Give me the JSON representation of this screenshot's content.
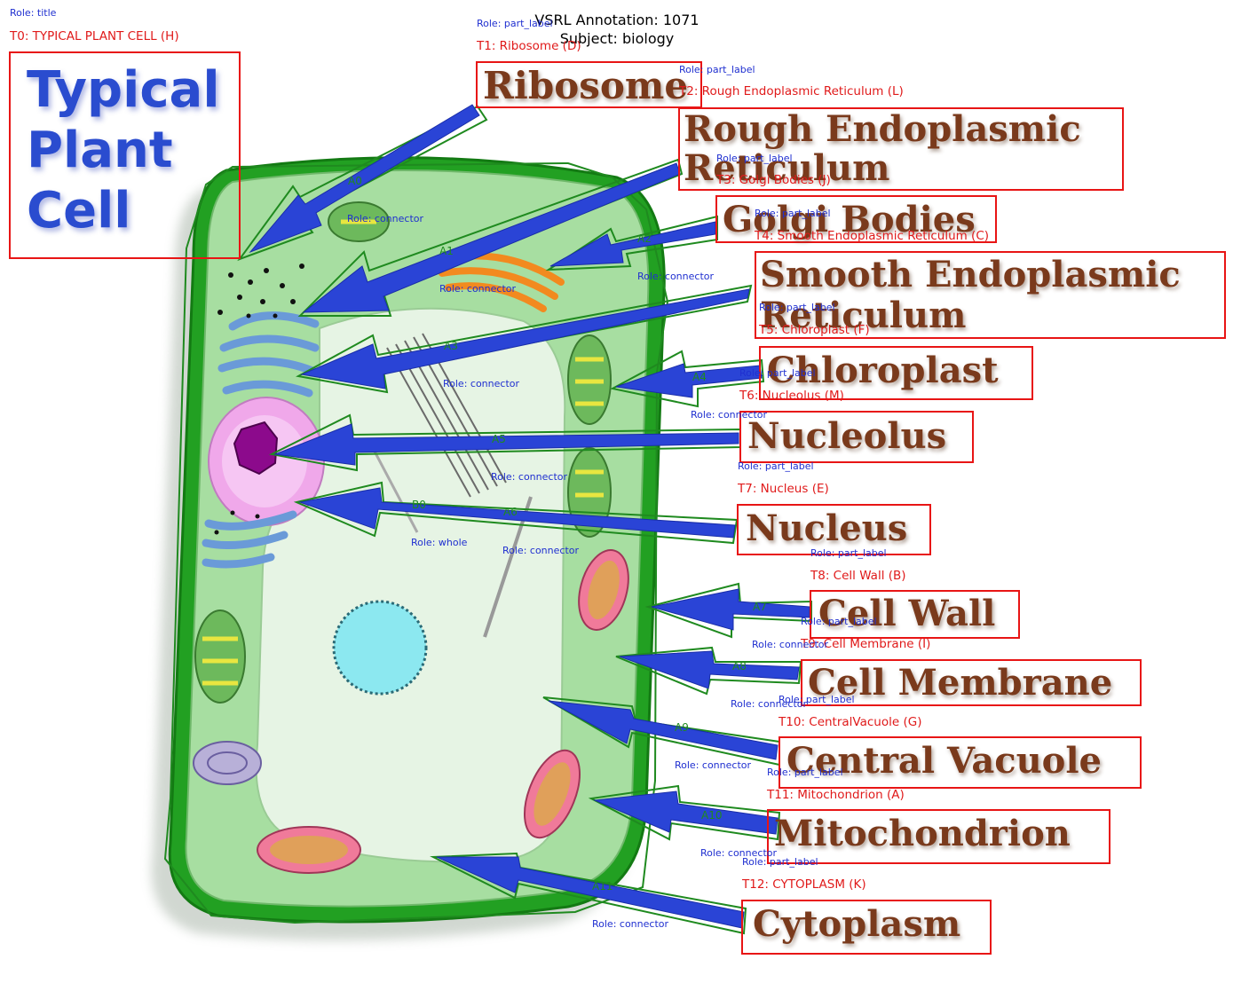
{
  "header": {
    "annotation": "VSRL Annotation: 1071",
    "subject": "Subject: biology"
  },
  "title": {
    "role": "Role: title",
    "id": "T0: TYPICAL PLANT CELL (H)",
    "lines": [
      "Typical",
      "Plant",
      "Cell"
    ]
  },
  "parts": [
    {
      "id": "T1: Ribosome (D)",
      "role": "Role: part_label",
      "text": "Ribosome"
    },
    {
      "id": "T2: Rough Endoplasmic Reticulum (L)",
      "role": "Role: part_label",
      "text": "Rough Endoplasmic",
      "text2": "Reticulum"
    },
    {
      "id": "T3: Golgi Bodies (J)",
      "role": "Role: part_label",
      "text": "Golgi Bodies"
    },
    {
      "id": "T4: Smooth Endoplasmic Reticulum (C)",
      "role": "Role: part_label",
      "text": "Smooth Endoplasmic",
      "text2": "Reticulum"
    },
    {
      "id": "T5: Chloroplast (F)",
      "role": "Role: part_label",
      "text": "Chloroplast"
    },
    {
      "id": "T6: Nucleolus (M)",
      "role": "Role: part_label",
      "text": "Nucleolus"
    },
    {
      "id": "T7: Nucleus (E)",
      "role": "Role: part_label",
      "text": "Nucleus"
    },
    {
      "id": "T8: Cell Wall  (B)",
      "role": "Role: part_label",
      "text": "Cell Wall"
    },
    {
      "id": "T9: Cell Membrane (I)",
      "role": "Role: part_label",
      "text": "Cell Membrane"
    },
    {
      "id": "T10: CentralVacuole (G)",
      "role": "Role: part_label",
      "text": "Central Vacuole"
    },
    {
      "id": "T11: Mitochondrion (A)",
      "role": "Role: part_label",
      "text": "Mitochondrion"
    },
    {
      "id": "T12: CYTOPLASM (K)",
      "role": "Role: part_label",
      "text": "Cytoplasm"
    }
  ],
  "connectors": [
    {
      "id": "A0",
      "role": "Role: connector"
    },
    {
      "id": "A1",
      "role": "Role: connector"
    },
    {
      "id": "A2",
      "role": "Role: connector"
    },
    {
      "id": "A3",
      "role": "Role: connector"
    },
    {
      "id": "A4",
      "role": "Role: connector"
    },
    {
      "id": "A5",
      "role": "Role: connector"
    },
    {
      "id": "A6",
      "role": "Role: connector"
    },
    {
      "id": "A7",
      "role": "Role: connector"
    },
    {
      "id": "A8",
      "role": "Role: connector"
    },
    {
      "id": "A9",
      "role": "Role: connector"
    },
    {
      "id": "A10",
      "role": "Role: connector"
    },
    {
      "id": "A11",
      "role": "Role: connector"
    }
  ],
  "whole": {
    "id": "B0",
    "role": "Role: whole"
  },
  "colors": {
    "annotation_box": "#e81515",
    "annotation_id": "#e01a1a",
    "role_text": "#1f2fd0",
    "connector_outline": "#1f8a1f",
    "arrow_fill": "#2a44d6",
    "cell_wall": "#1f9a1f",
    "cytoplasm": "#a7dea1",
    "label_text": "#7a3a1c"
  }
}
